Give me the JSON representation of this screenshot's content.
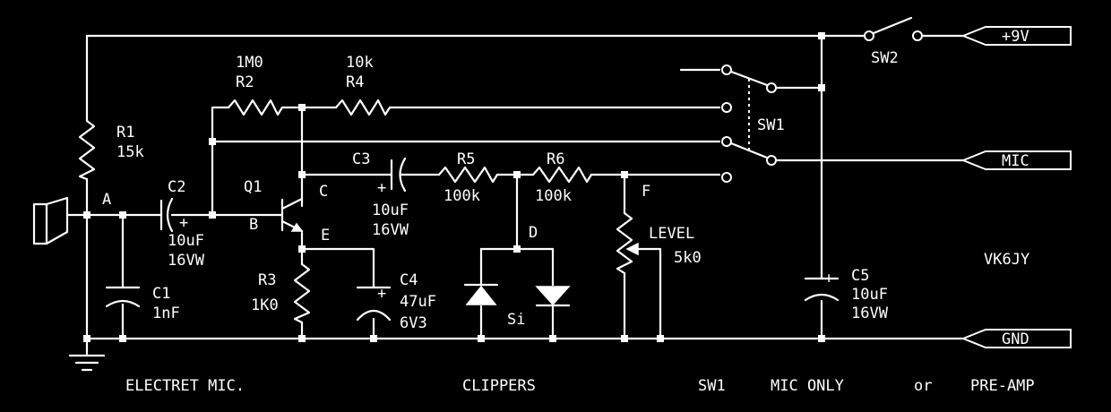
{
  "labels": {
    "r1_name": "R1",
    "r1_value": "15k",
    "r2_value": "1M0",
    "r2_name": "R2",
    "r4_value": "10k",
    "r4_name": "R4",
    "r3_name": "R3",
    "r3_value": "1K0",
    "r5_name": "R5",
    "r5_value": "100k",
    "r6_name": "R6",
    "r6_value": "100k",
    "c1_name": "C1",
    "c1_value": "1nF",
    "c2_name": "C2",
    "c2_value": "10uF",
    "c2_voltage": "16VW",
    "c3_name": "C3",
    "c3_value": "10uF",
    "c3_voltage": "16VW",
    "c4_name": "C4",
    "c4_value": "47uF",
    "c4_voltage": "6V3",
    "c5_name": "C5",
    "c5_value": "10uF",
    "c5_voltage": "16VW",
    "q1_name": "Q1",
    "sw1_name": "SW1",
    "sw2_name": "SW2",
    "level_name": "LEVEL",
    "level_value": "5k0",
    "diode_type": "Si",
    "node_a": "A",
    "node_b": "B",
    "node_c": "C",
    "node_d": "D",
    "node_e": "E",
    "node_f": "F",
    "plus": "+",
    "callsign": "VK6JY"
  },
  "terminals": {
    "supply": "+9V",
    "mic": "MIC",
    "ground": "GND"
  },
  "captions": {
    "electret": "ELECTRET MIC.",
    "clippers": "CLIPPERS",
    "sw1_caption": "SW1",
    "mic_only": "MIC ONLY",
    "or_word": "or",
    "pre_amp": "PRE-AMP"
  },
  "colors": {
    "background": "#000000",
    "foreground": "#ffffff"
  }
}
